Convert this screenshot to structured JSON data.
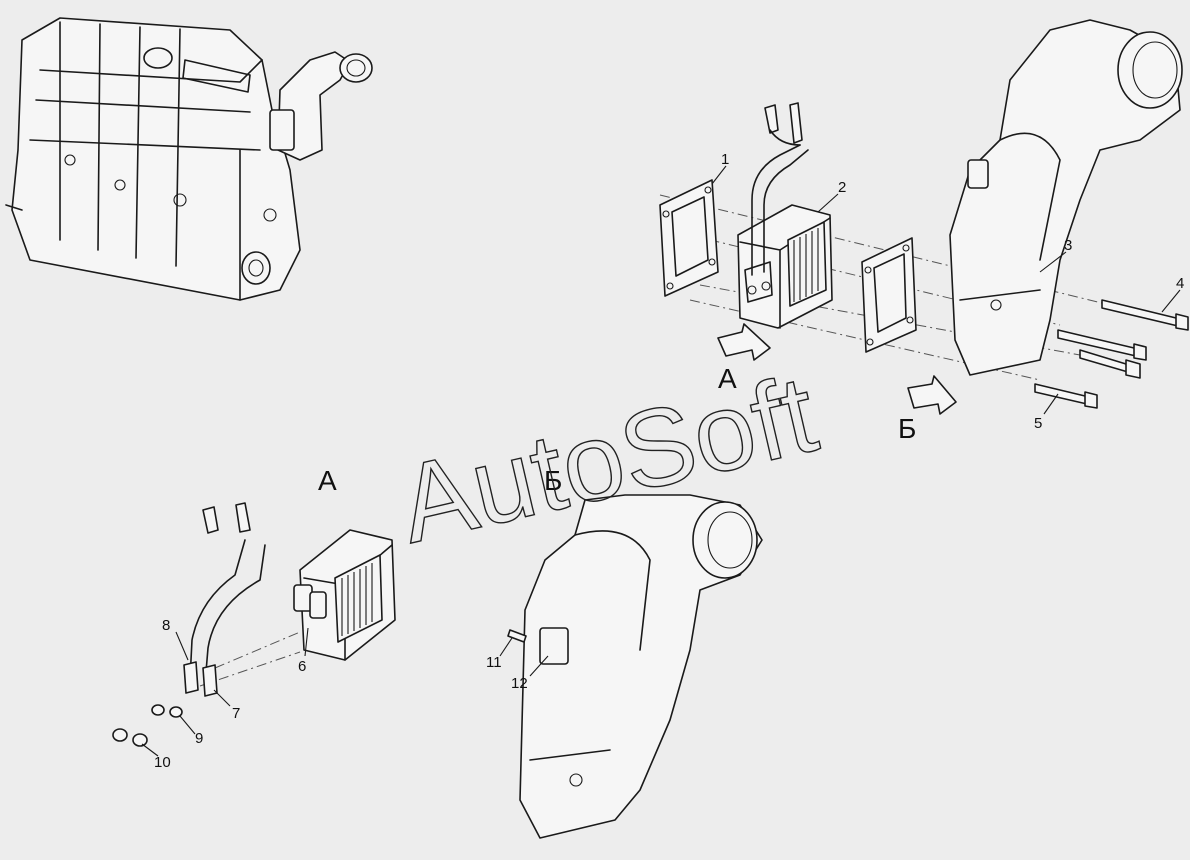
{
  "callouts": {
    "c1": "1",
    "c2": "2",
    "c3": "3",
    "c4": "4",
    "c5": "5",
    "c6": "6",
    "c7": "7",
    "c8": "8",
    "c9": "9",
    "c10": "10",
    "c11": "11",
    "c12": "12"
  },
  "view_labels": {
    "arrow_a": "А",
    "arrow_b": "Б",
    "view_a": "А",
    "view_b": "Б"
  },
  "watermark": "AutoSoft"
}
